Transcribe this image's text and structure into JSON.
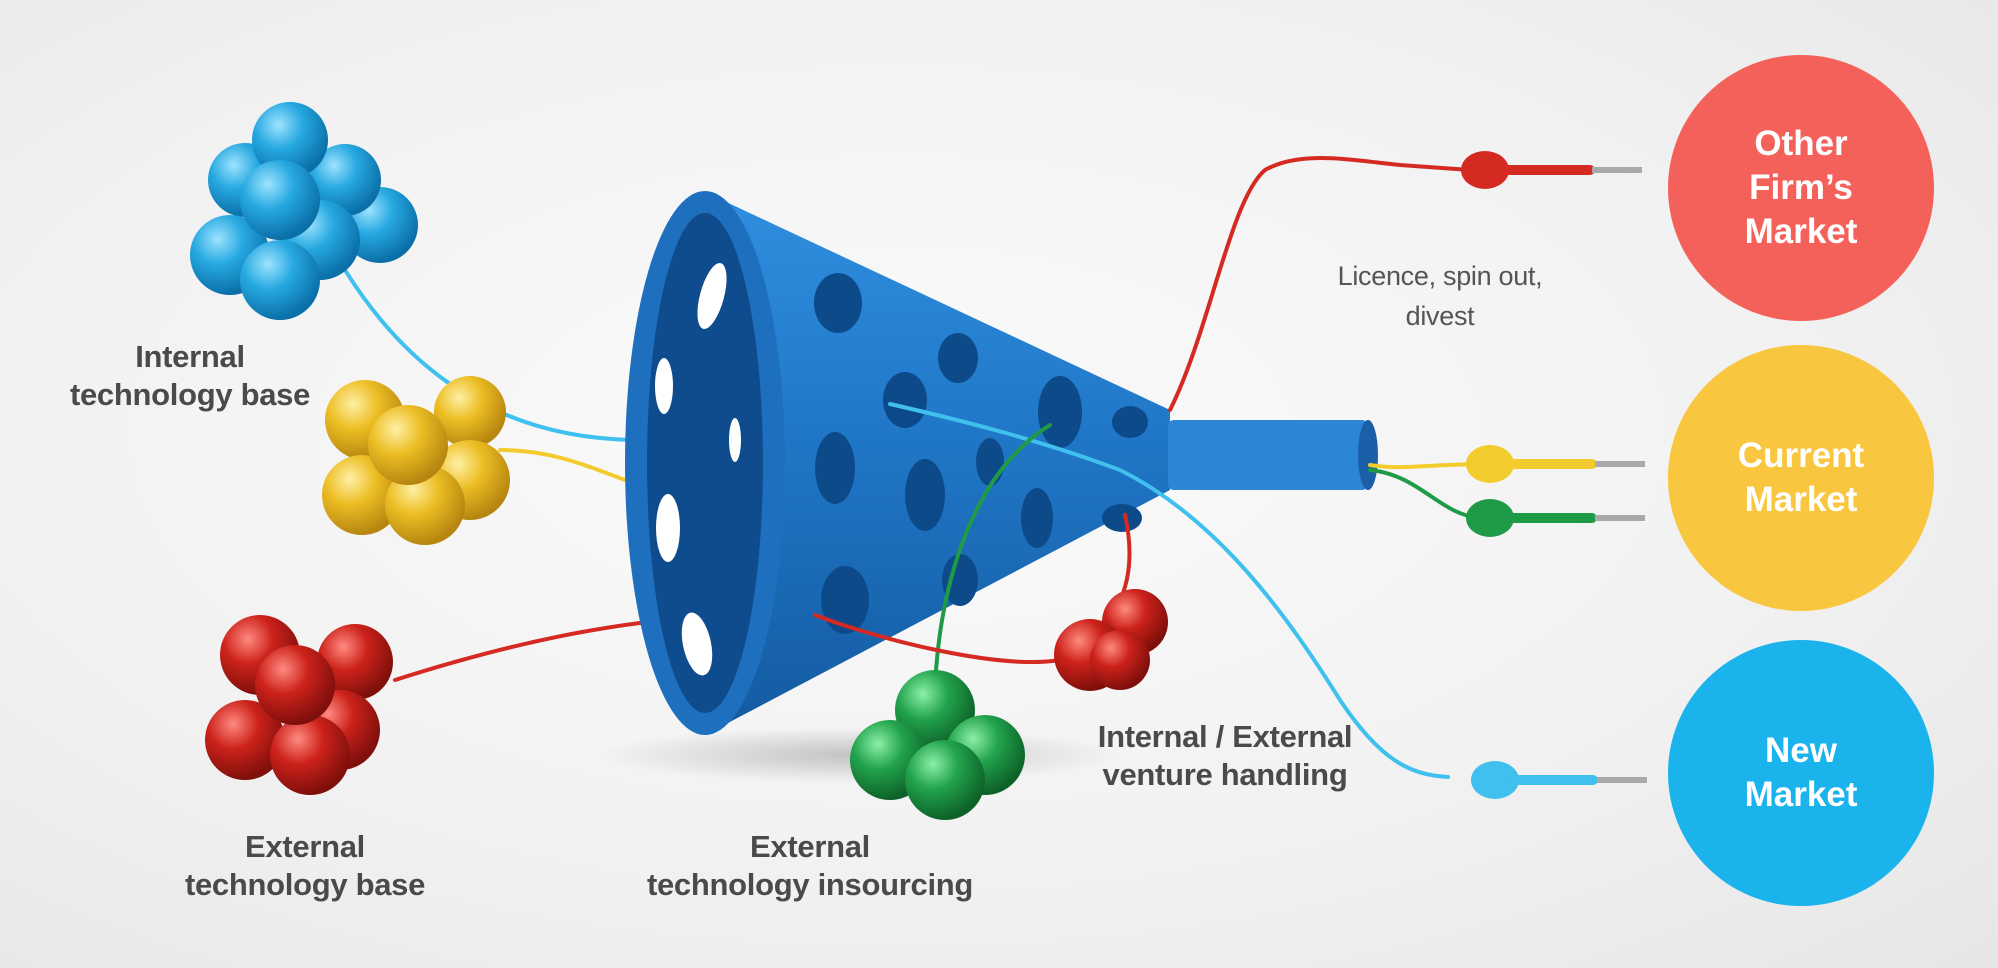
{
  "labels": {
    "internal_base": [
      "Internal",
      "technology base"
    ],
    "external_base": [
      "External",
      "technology base"
    ],
    "external_insourcing": [
      "External",
      "technology insourcing"
    ],
    "venture_handling": [
      "Internal / External",
      "venture handling"
    ],
    "licence": [
      "Licence, spin out,",
      "divest"
    ]
  },
  "markets": [
    {
      "lines": [
        "Other",
        "Firm’s",
        "Market"
      ],
      "color": "#f4615a"
    },
    {
      "lines": [
        "Current",
        "Market"
      ],
      "color": "#f8c63f"
    },
    {
      "lines": [
        "New",
        "Market"
      ],
      "color": "#1ab3ec"
    }
  ],
  "colors": {
    "funnel": "#1f76c5",
    "funnel_dark": "#0f4e8f",
    "wire_blue": "#3fc0ee",
    "wire_yellow": "#f2cb2c",
    "wire_red": "#d42a22",
    "wire_green": "#1f9a47"
  }
}
